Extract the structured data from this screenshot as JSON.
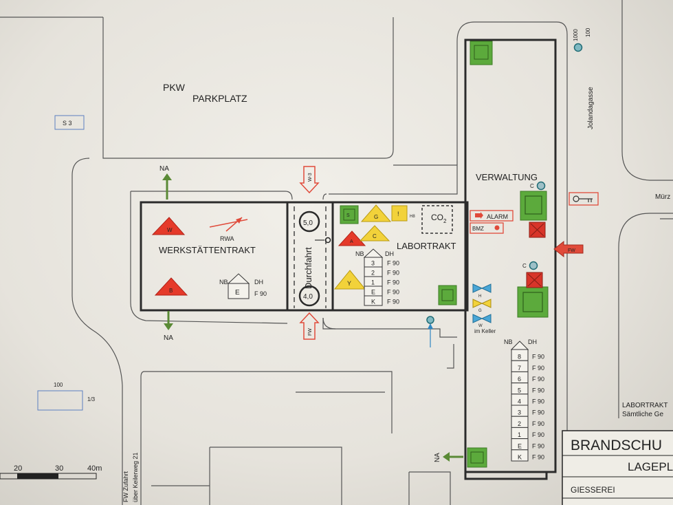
{
  "labels": {
    "pkw": "PKW",
    "parkplatz": "PARKPLATZ",
    "s3": "S 3",
    "werkstaetten": "WERKSTÄTTENTRAKT",
    "labortrakt": "LABORTRAKT",
    "verwaltung": "VERWALTUNG",
    "durchfahrt": "Durchfahrt",
    "jolandagasse": "Jolandagasse",
    "muerz": "Mürz",
    "fw_zufahrt": "FW Zufahrt",
    "ueber_keilerweg": "über Keilerweg 21",
    "im_keller": "im Keller",
    "alarm": "ALARM",
    "bmz": "BMZ",
    "co2": "CO",
    "co2_sub": "2",
    "rwa": "RWA",
    "h8": "H8",
    "na": "NA",
    "nb": "NB",
    "dh": "DH",
    "f90": "F 90",
    "e": "E",
    "k": "K",
    "c": "C",
    "h": "H",
    "g": "G",
    "w": "W",
    "b": "B",
    "s": "S",
    "a": "A",
    "fw": "FW",
    "w3": "W-3",
    "num_100": "100",
    "num_1000": "1000",
    "num_13": "1/3",
    "circle_50": "5,0",
    "circle_40": "4,0"
  },
  "legend": {
    "labortrakt_text": "LABORTRAKT",
    "saemtliche": "Sämtliche Ge"
  },
  "title_block": {
    "title": "BRANDSCHU",
    "subtitle": "LAGEPL",
    "company": "GIESSEREI"
  },
  "scale": {
    "ticks": [
      "20",
      "30",
      "40m"
    ]
  },
  "floors_labor": [
    "3",
    "2",
    "1",
    "E",
    "K"
  ],
  "floors_verwaltung": [
    "8",
    "7",
    "6",
    "5",
    "4",
    "3",
    "2",
    "1",
    "E",
    "K"
  ],
  "colors": {
    "red": "#e53a2a",
    "yellow": "#f2d23a",
    "green": "#5caa3c",
    "blue": "#2e86c1",
    "teal": "#1f8a8a"
  }
}
